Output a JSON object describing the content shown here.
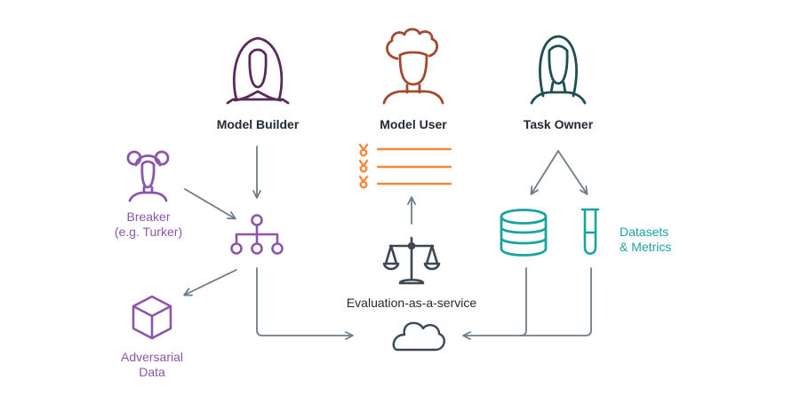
{
  "roles": {
    "model_builder": "Model Builder",
    "model_user": "Model User",
    "task_owner": "Task Owner",
    "breaker_line1": "Breaker",
    "breaker_line2": "(e.g. Turker)",
    "adversarial_line1": "Adversarial",
    "adversarial_line2": "Data",
    "datasets_line1": "Datasets",
    "datasets_line2": "& Metrics",
    "evaluation": "Evaluation-as-a-service"
  },
  "colors": {
    "model_builder": "#5a2a5a",
    "model_user": "#a34a2e",
    "task_owner": "#1d4e52",
    "breaker": "#8a56a8",
    "ranking": "#f08a3a",
    "datasets": "#1aa3a0",
    "arrows": "#6e7d8a",
    "evaluation": "#3c4752"
  },
  "icons": {
    "model_builder": "person-hijab-icon",
    "model_user": "person-curly-hair-icon",
    "task_owner": "person-long-hair-icon",
    "breaker": "person-with-hair-buns-icon",
    "model": "hierarchy-network-icon",
    "leaderboard": "ranking-list-icon",
    "scale": "balance-scale-icon",
    "cloud": "cloud-icon",
    "database": "database-icon",
    "test_tube": "test-tube-icon",
    "cube": "cube-icon"
  }
}
